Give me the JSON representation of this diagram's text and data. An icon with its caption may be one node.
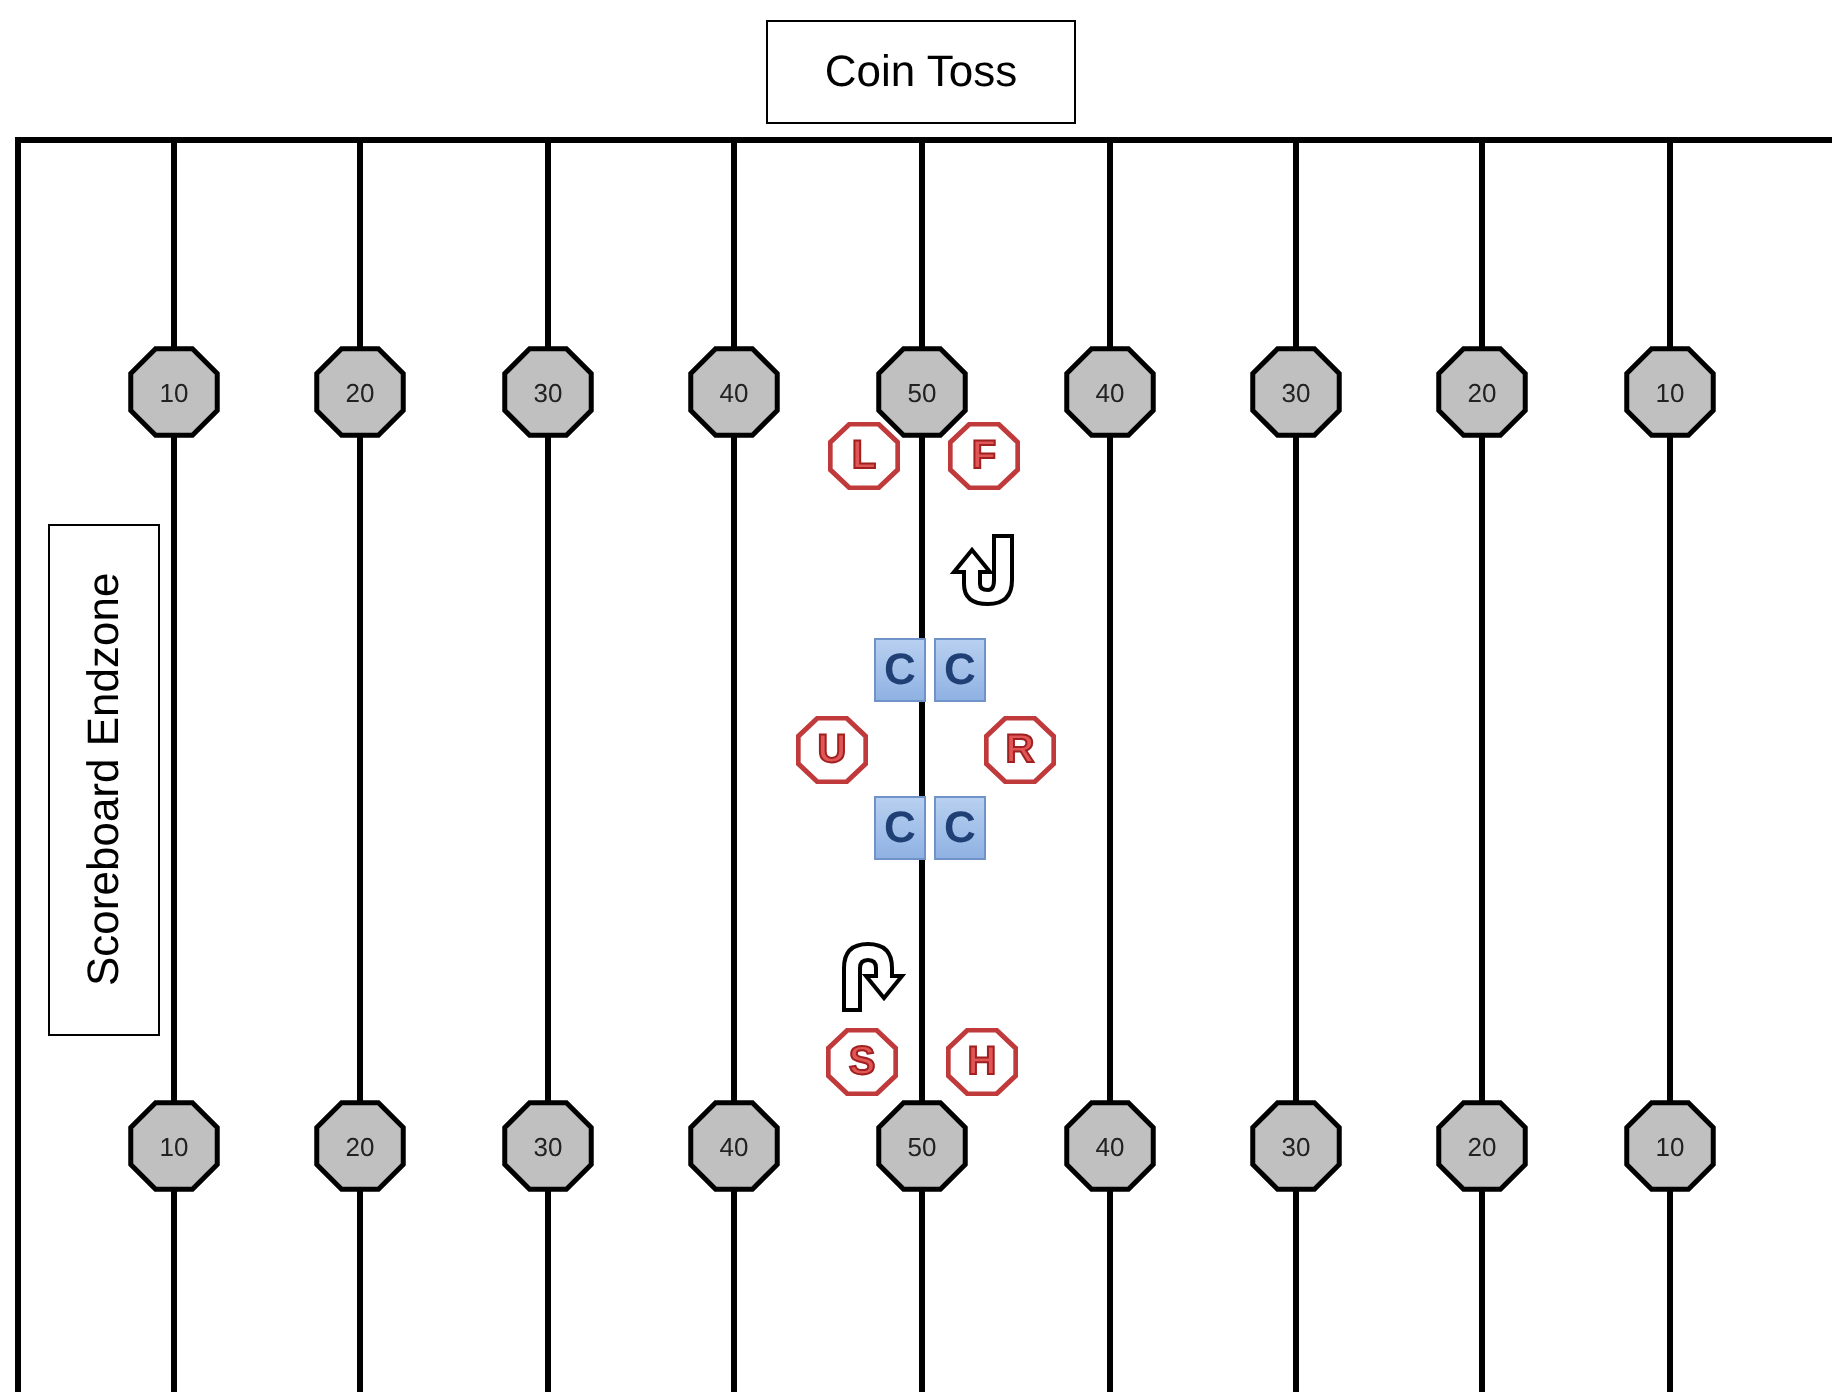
{
  "diagram": {
    "nodes": [
      {
        "text": [
          "Coin Toss"
        ]
      },
      {
        "text": [
          "Scoreboard Endzone"
        ]
      },
      {
        "text": [
          "10"
        ]
      },
      {
        "text": [
          "20"
        ]
      },
      {
        "text": [
          "30"
        ]
      },
      {
        "text": [
          "40"
        ]
      },
      {
        "text": [
          "50"
        ]
      },
      {
        "text": [
          "40"
        ]
      },
      {
        "text": [
          "30"
        ]
      },
      {
        "text": [
          "20"
        ]
      },
      {
        "text": [
          "10"
        ]
      },
      {
        "text": [
          "L"
        ]
      },
      {
        "text": [
          "F"
        ]
      },
      {
        "text": [
          "C"
        ]
      },
      {
        "text": [
          "C"
        ]
      },
      {
        "text": [
          "U"
        ]
      },
      {
        "text": [
          "R"
        ]
      },
      {
        "text": [
          "C"
        ]
      },
      {
        "text": [
          "C"
        ]
      },
      {
        "text": [
          "S"
        ]
      },
      {
        "text": [
          "H"
        ]
      },
      {
        "text": [
          "10"
        ]
      },
      {
        "text": [
          "20"
        ]
      },
      {
        "text": [
          "30"
        ]
      },
      {
        "text": [
          "40"
        ]
      },
      {
        "text": [
          "50"
        ]
      },
      {
        "text": [
          "40"
        ]
      },
      {
        "text": [
          "30"
        ]
      },
      {
        "text": [
          "20"
        ]
      },
      {
        "text": [
          "10"
        ]
      }
    ]
  }
}
